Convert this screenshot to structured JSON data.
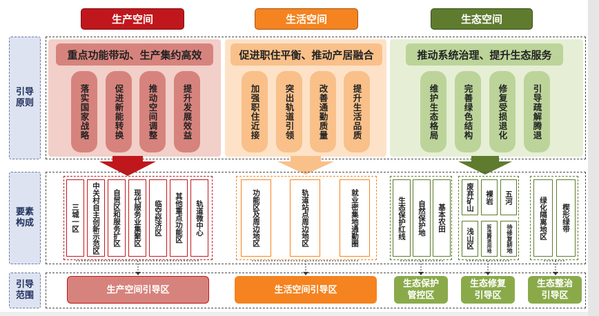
{
  "headers": {
    "production": "生产空间",
    "living": "生活空间",
    "ecological": "生态空间"
  },
  "row_labels": {
    "principles": "引导原则",
    "elements": "要素构成",
    "scope": "引导范围"
  },
  "principles": {
    "production": {
      "banner": "重点功能带动、生产集约高效",
      "items": [
        "落实国家战略",
        "促进新能转换",
        "推动空间调整",
        "提升发展效益"
      ]
    },
    "living": {
      "banner": "促进职住平衡、推动产居融合",
      "items": [
        "加强职住近接",
        "突出轨道引领",
        "改善通勤质量",
        "提升生活品质"
      ]
    },
    "ecological": {
      "banner": "推动系统治理、提升生态服务",
      "items": [
        "维护生态格局",
        "完善绿色结构",
        "修复受损退化",
        "引导疏解腾退"
      ]
    }
  },
  "elements": {
    "production": [
      "三城一区",
      "中关村自主创新示范区",
      "自贸区和服务扩区",
      "现代服务业集聚区",
      "临空经济区",
      "其他重点功能区",
      "轨道微中心"
    ],
    "living": [
      "功能区及周边地区",
      "轨道站点周边地区",
      "就业密集地通勤圈"
    ],
    "ecological_protect": [
      "生态保护红线",
      "自然保护地",
      "基本农田"
    ],
    "ecological_restore_top": [
      "废弃矿山",
      "裸岩",
      "五河"
    ],
    "ecological_restore_bottom": [
      "浅山区",
      "拆违腾退用地",
      "待修复耕地"
    ],
    "ecological_govern": [
      "绿化隔离地区",
      "楔形绿带"
    ]
  },
  "scopes": {
    "production": "生产空间引导区",
    "living": "生活空间引导区",
    "eco_protect": "生态保护管控区",
    "eco_restore": "生态修复引导区",
    "eco_govern": "生态整治引导区"
  },
  "colors": {
    "production": "#c0171c",
    "living": "#f5831f",
    "ecological": "#5e7b2e",
    "production_light": "#f2cfc9",
    "living_light": "#fde2c7",
    "ecological_light": "#e6efd5",
    "production_pill": "#d7837d",
    "living_pill": "#f9c08a",
    "ecological_pill": "#bcd49a"
  }
}
